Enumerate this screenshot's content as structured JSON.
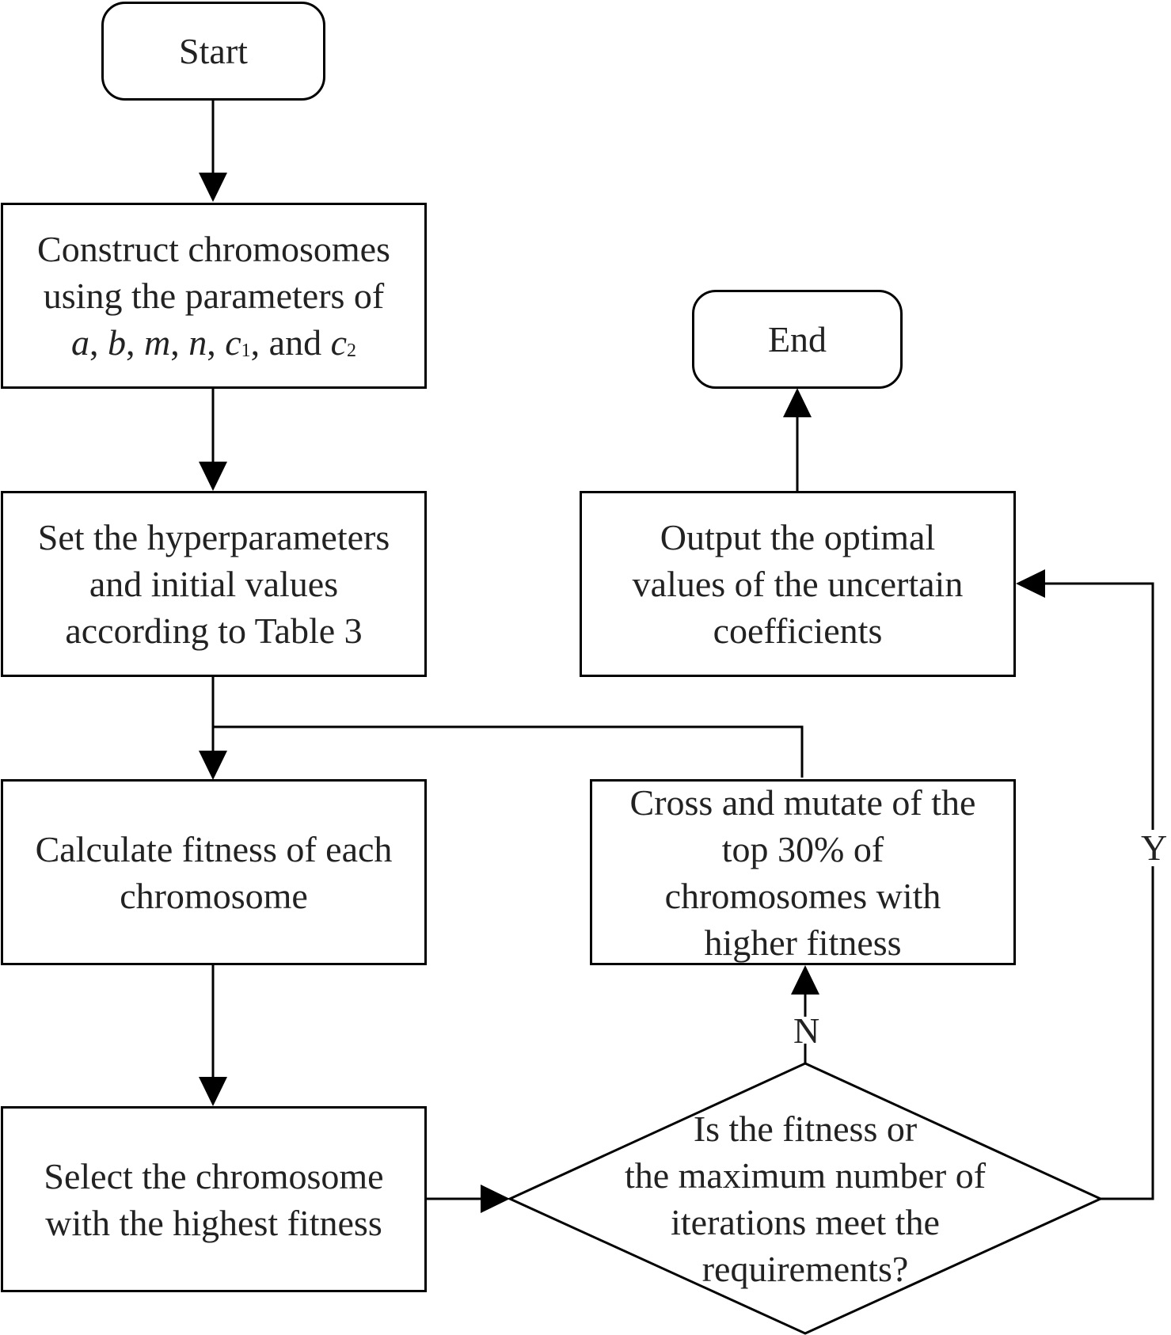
{
  "nodes": {
    "start": {
      "text": "Start"
    },
    "construct": {
      "lines": [
        "Construct chromosomes",
        "using the parameters of"
      ],
      "params": {
        "a": "a",
        "b": "b",
        "m": "m",
        "n": "n",
        "c": "c",
        "c1_sub": "1",
        "and": "and",
        "c2_sub": "2"
      }
    },
    "set_hyper": {
      "lines": [
        "Set the hyperparameters",
        "and initial values",
        "according to Table 3"
      ]
    },
    "calculate": {
      "lines": [
        "Calculate fitness of each",
        "chromosome"
      ]
    },
    "select": {
      "lines": [
        "Select the chromosome",
        "with the highest fitness"
      ]
    },
    "decision": {
      "lines": [
        "Is the fitness or",
        "the maximum number of",
        "iterations meet the",
        "requirements?"
      ]
    },
    "cross": {
      "lines": [
        "Cross and mutate of the",
        "top 30% of",
        "chromosomes with",
        "higher fitness"
      ]
    },
    "output": {
      "lines": [
        "Output the optimal",
        "values of the uncertain",
        "coefficients"
      ]
    },
    "end": {
      "text": "End"
    }
  },
  "edge_labels": {
    "no": "N",
    "yes": "Y"
  }
}
